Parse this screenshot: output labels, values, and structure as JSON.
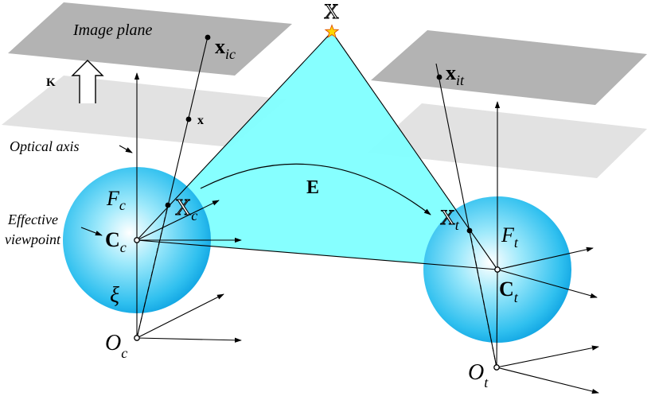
{
  "labels": {
    "image_plane": "Image plane",
    "kappa": "K",
    "optical_axis": "Optical axis",
    "effective_viewpoint_line1": "Effective",
    "effective_viewpoint_line2": "viewpoint",
    "world_point": "X",
    "x_ic_main": "x",
    "x_ic_sub": "ic",
    "x_small": "x",
    "x_it_main": "x",
    "x_it_sub": "it",
    "F_c_main": "F",
    "F_c_sub": "c",
    "C_c_main": "C",
    "C_c_sub": "c",
    "X_c_main": "X",
    "X_c_sub": "c",
    "xi": "ξ",
    "O_c_main": "O",
    "O_c_sub": "c",
    "E": "E",
    "X_t_main": "X",
    "X_t_sub": "t",
    "F_t_main": "F",
    "F_t_sub": "t",
    "C_t_main": "C",
    "C_t_sub": "t",
    "O_t_main": "O",
    "O_t_sub": "t"
  },
  "colors": {
    "image_plane_dark": "#b3b3b3",
    "image_plane_light": "#e2e2e2",
    "epipolar_plane": "#80ffff",
    "sphere_center": "#ffffff",
    "sphere_edge": "#0aa3e6",
    "star": "#ffd700",
    "ink": "#000000"
  }
}
